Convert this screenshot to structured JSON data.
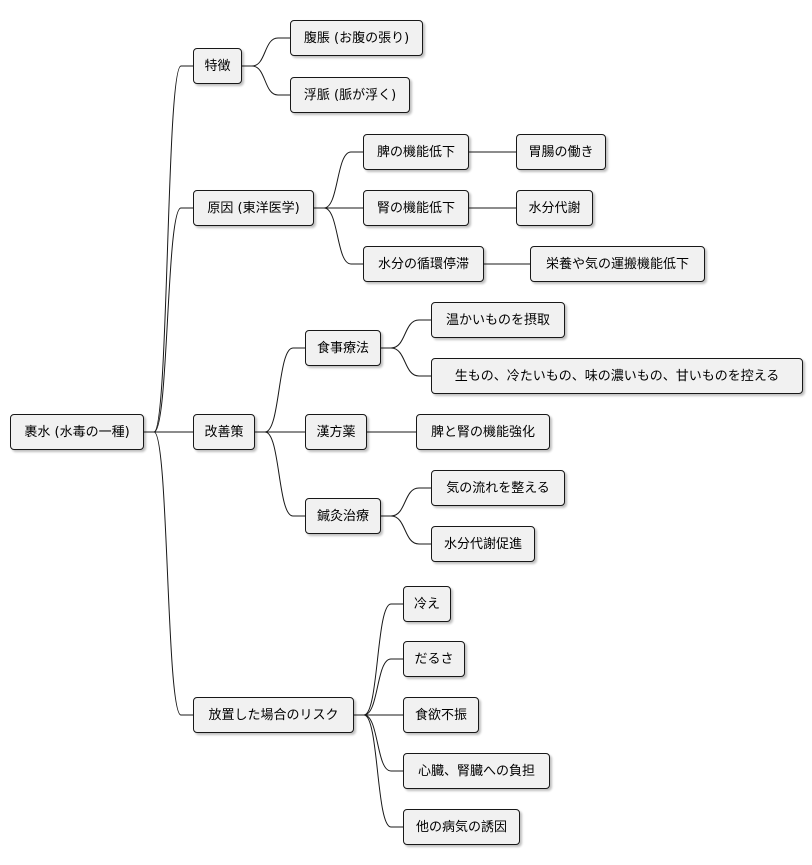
{
  "root": {
    "id": "root",
    "label": "裹水 (水毒の一種)"
  },
  "branches": [
    {
      "id": "b1",
      "label": "特徴",
      "children": [
        {
          "id": "b1c1",
          "label": "腹脹 (お腹の張り)"
        },
        {
          "id": "b1c2",
          "label": "浮脈 (脈が浮く)"
        }
      ]
    },
    {
      "id": "b2",
      "label": "原因 (東洋医学)",
      "children": [
        {
          "id": "b2c1",
          "label": "脾の機能低下",
          "children": [
            {
              "id": "b2c1a",
              "label": "胃腸の働き"
            }
          ]
        },
        {
          "id": "b2c2",
          "label": "腎の機能低下",
          "children": [
            {
              "id": "b2c2a",
              "label": "水分代謝"
            }
          ]
        },
        {
          "id": "b2c3",
          "label": "水分の循環停滞",
          "children": [
            {
              "id": "b2c3a",
              "label": "栄養や気の運搬機能低下"
            }
          ]
        }
      ]
    },
    {
      "id": "b3",
      "label": "改善策",
      "children": [
        {
          "id": "b3c1",
          "label": "食事療法",
          "children": [
            {
              "id": "b3c1a",
              "label": "温かいものを摂取"
            },
            {
              "id": "b3c1b",
              "label": "生もの、冷たいもの、味の濃いもの、甘いものを控える"
            }
          ]
        },
        {
          "id": "b3c2",
          "label": "漢方薬",
          "children": [
            {
              "id": "b3c2a",
              "label": "脾と腎の機能強化"
            }
          ]
        },
        {
          "id": "b3c3",
          "label": "鍼灸治療",
          "children": [
            {
              "id": "b3c3a",
              "label": "気の流れを整える"
            },
            {
              "id": "b3c3b",
              "label": "水分代謝促進"
            }
          ]
        }
      ]
    },
    {
      "id": "b4",
      "label": "放置した場合のリスク",
      "children": [
        {
          "id": "b4c1",
          "label": "冷え"
        },
        {
          "id": "b4c2",
          "label": "だるさ"
        },
        {
          "id": "b4c3",
          "label": "食欲不振"
        },
        {
          "id": "b4c4",
          "label": "心臓、腎臓への負担"
        },
        {
          "id": "b4c5",
          "label": "他の病気の誘因"
        }
      ]
    }
  ]
}
